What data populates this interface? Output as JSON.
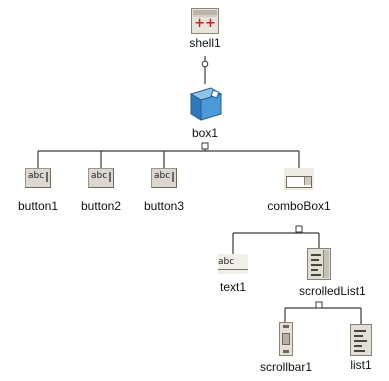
{
  "nodes": {
    "shell1": "shell1",
    "box1": "box1",
    "button1": "button1",
    "button2": "button2",
    "button3": "button3",
    "comboBox1": "comboBox1",
    "text1": "text1",
    "scrolledList1": "scrolledList1",
    "scrollbar1": "scrollbar1",
    "list1": "list1"
  },
  "icons": {
    "abc_glyph": "abc",
    "shell_glyph": "++"
  },
  "colors": {
    "line": "#3a3a3a",
    "box_blue": "#3a86c8",
    "shell_red": "#c8242a"
  }
}
